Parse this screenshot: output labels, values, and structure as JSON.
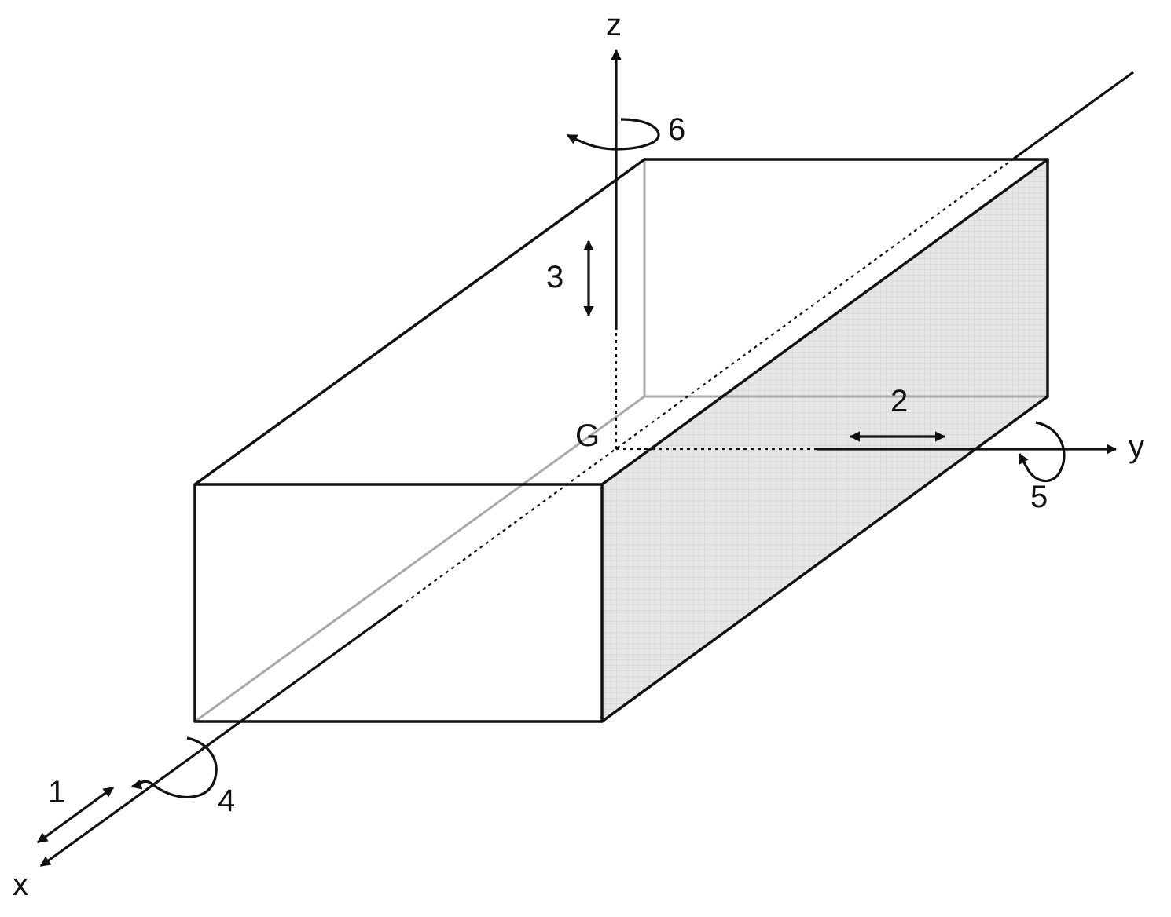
{
  "axes": {
    "x": "x",
    "y": "y",
    "z": "z"
  },
  "origin_label": "G",
  "motion_labels": {
    "surge": "1",
    "sway": "2",
    "heave": "3",
    "roll": "4",
    "pitch": "5",
    "yaw": "6"
  },
  "colors": {
    "stroke": "#111111",
    "hidden_edge": "#a9a9a9",
    "shaded_face": "#e6e6e6",
    "background": "#ffffff"
  }
}
